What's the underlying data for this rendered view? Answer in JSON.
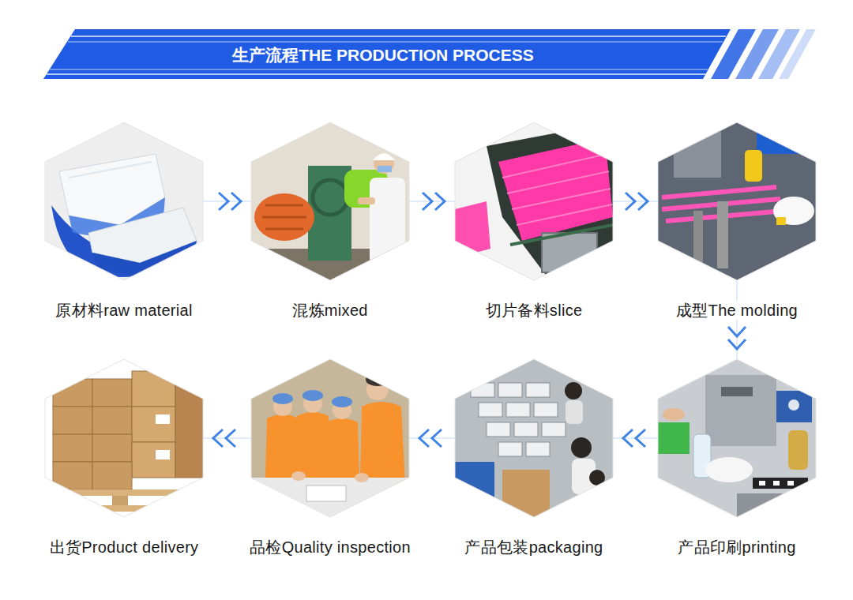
{
  "diagram": {
    "title": "生产流程THE PRODUCTION PROCESS",
    "nodes": [
      {
        "text": [
          "原材料raw material"
        ]
      },
      {
        "text": [
          "混炼mixed"
        ]
      },
      {
        "text": [
          "切片备料slice"
        ]
      },
      {
        "text": [
          "成型The molding"
        ]
      },
      {
        "text": [
          "出货Product delivery"
        ]
      },
      {
        "text": [
          "品检Quality inspection"
        ]
      },
      {
        "text": [
          "产品包装packaging"
        ]
      },
      {
        "text": [
          "产品印刷printing"
        ]
      }
    ],
    "edges": [
      {
        "from": 0,
        "to": 1,
        "arrow": "to"
      },
      {
        "from": 1,
        "to": 2,
        "arrow": "to"
      },
      {
        "from": 2,
        "to": 3,
        "arrow": "to"
      },
      {
        "from": 3,
        "to": 7,
        "arrow": "to"
      },
      {
        "from": 7,
        "to": 6,
        "arrow": "to"
      },
      {
        "from": 6,
        "to": 5,
        "arrow": "to"
      },
      {
        "from": 5,
        "to": 4,
        "arrow": "to"
      }
    ]
  }
}
